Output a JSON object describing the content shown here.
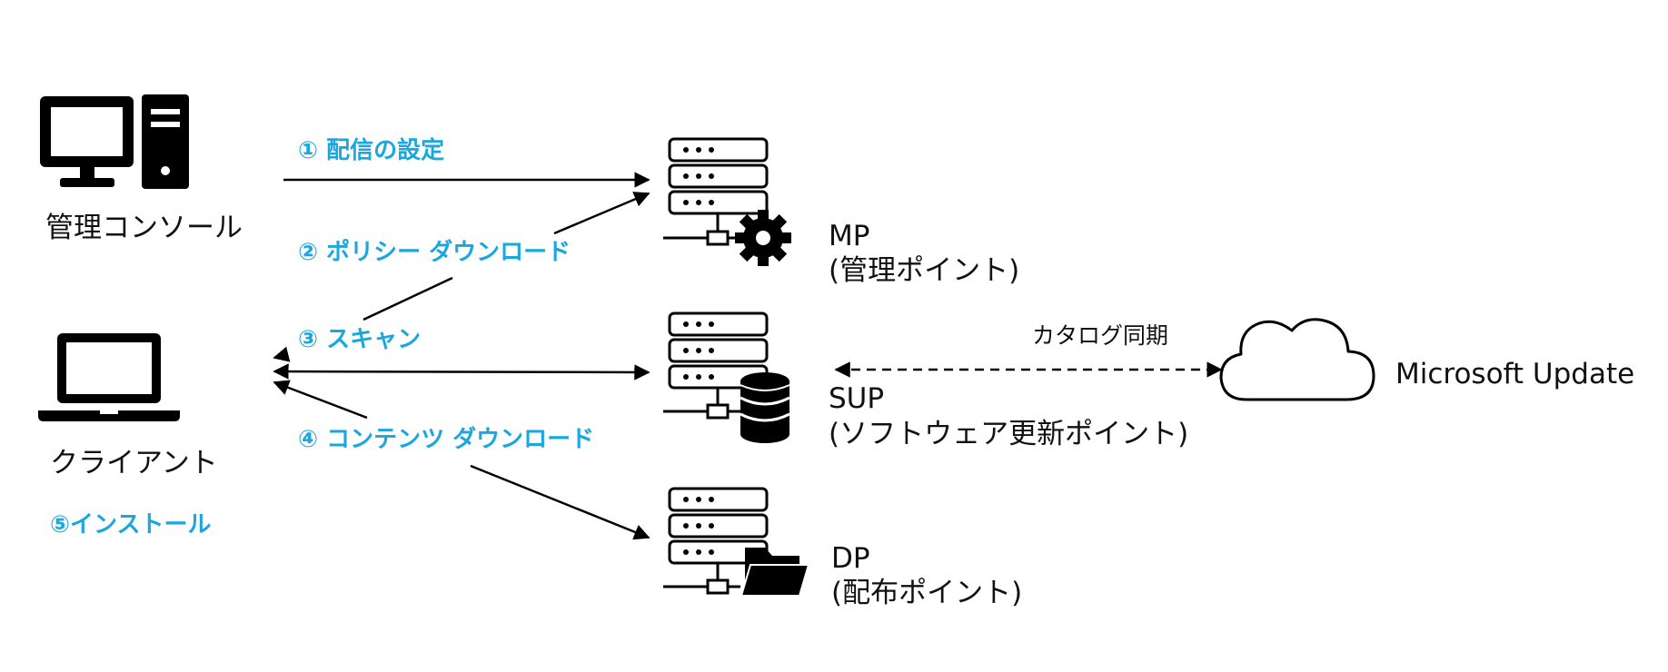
{
  "nodes": {
    "admin_console": {
      "label": "管理コンソール"
    },
    "client": {
      "label": "クライアント"
    },
    "mp": {
      "name": "MP",
      "desc": "(管理ポイント)"
    },
    "sup": {
      "name": "SUP",
      "desc": "(ソフトウェア更新ポイント)"
    },
    "dp": {
      "name": "DP",
      "desc": "(配布ポイント)"
    },
    "microsoft_update": {
      "label": "Microsoft Update"
    }
  },
  "steps": {
    "s1": "① 配信の設定",
    "s2": "② ポリシー ダウンロード",
    "s3": "③ スキャン",
    "s4": "④ コンテンツ ダウンロード",
    "s5": "⑤インストール"
  },
  "sync_label": "カタログ同期",
  "colors": {
    "accent": "#1aa7e0",
    "ink": "#000000"
  },
  "icons": [
    "desktop-pc-icon",
    "laptop-icon",
    "server-gear-icon",
    "server-database-icon",
    "server-folder-icon",
    "cloud-icon"
  ]
}
